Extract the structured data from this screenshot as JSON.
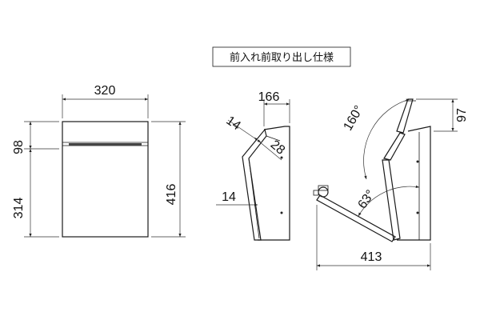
{
  "title": "前入れ前取り出し仕様",
  "front_view": {
    "width": "320",
    "upper_height": "98",
    "lower_height": "314",
    "total_height": "416"
  },
  "side_view": {
    "depth": "166",
    "lid_thickness": "14",
    "gap": "28",
    "door_thickness": "14"
  },
  "open_view": {
    "lid_angle": "160°",
    "lid_rise": "97",
    "door_angle": "63°",
    "total_depth": "413"
  }
}
